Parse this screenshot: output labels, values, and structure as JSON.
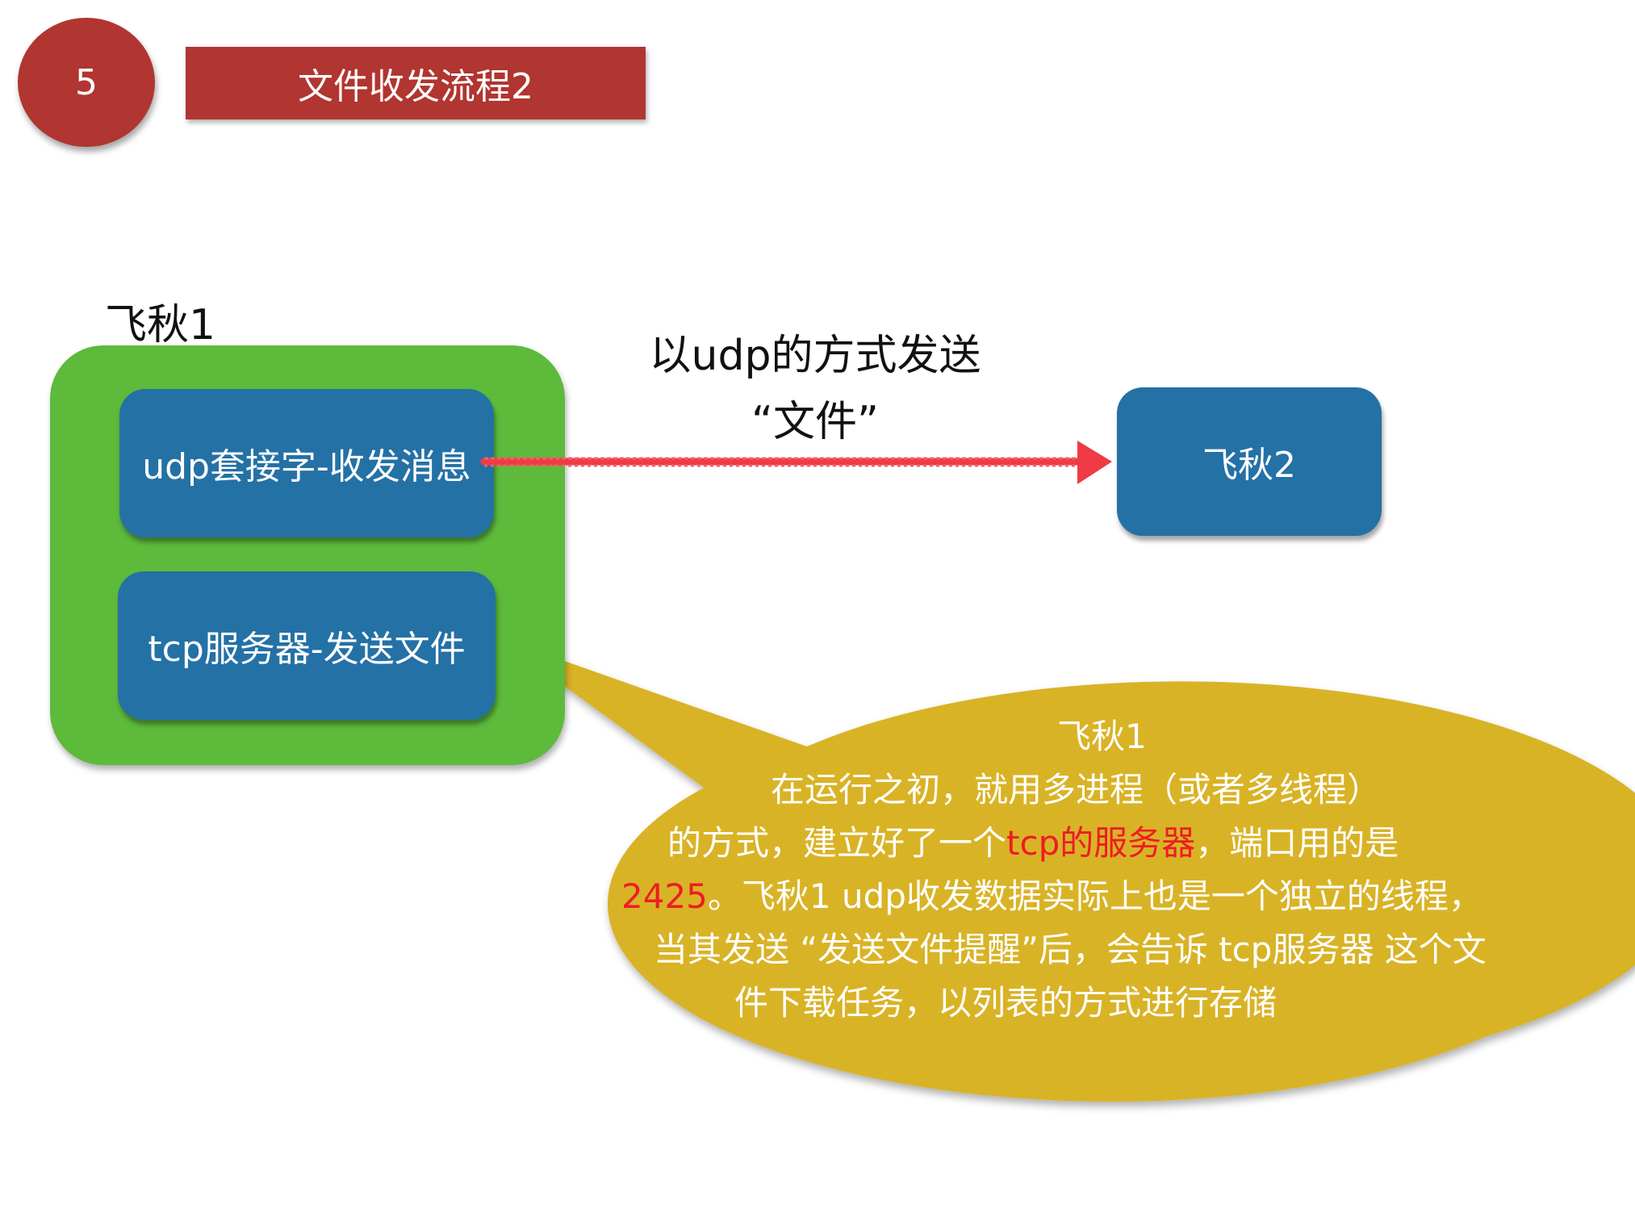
{
  "header": {
    "slide_number": "5",
    "title": "文件收发流程2"
  },
  "host1": {
    "label": "飞秋1",
    "udp_box_label": "udp套接字-收发消息",
    "tcp_box_label": "tcp服务器-发送文件"
  },
  "host2": {
    "label": "飞秋2"
  },
  "arrow": {
    "label_line1": "以udp的方式发送",
    "label_line2": "“文件”"
  },
  "callout": {
    "line1": "飞秋1",
    "line2": "在运行之初，就用多进程（或者多线程）",
    "line3_a": "的方式，建立好了一个",
    "line3_b": "tcp的服务器",
    "line3_c": "，端口用的是",
    "line4_a": "2425",
    "line4_b": "。飞秋1 udp收发数据实际上也是一个独立的线程，",
    "line5": "当其发送 “发送文件提醒”后，会告诉 tcp服务器 这个文",
    "line6": "件下载任务，以列表的方式进行存储"
  },
  "colors": {
    "banner": "#b13530",
    "host_container": "#5dba3b",
    "blue_box": "#2471a6",
    "arrow": "#ee3b45",
    "callout": "#d9b326",
    "highlight": "#ee1c24"
  }
}
